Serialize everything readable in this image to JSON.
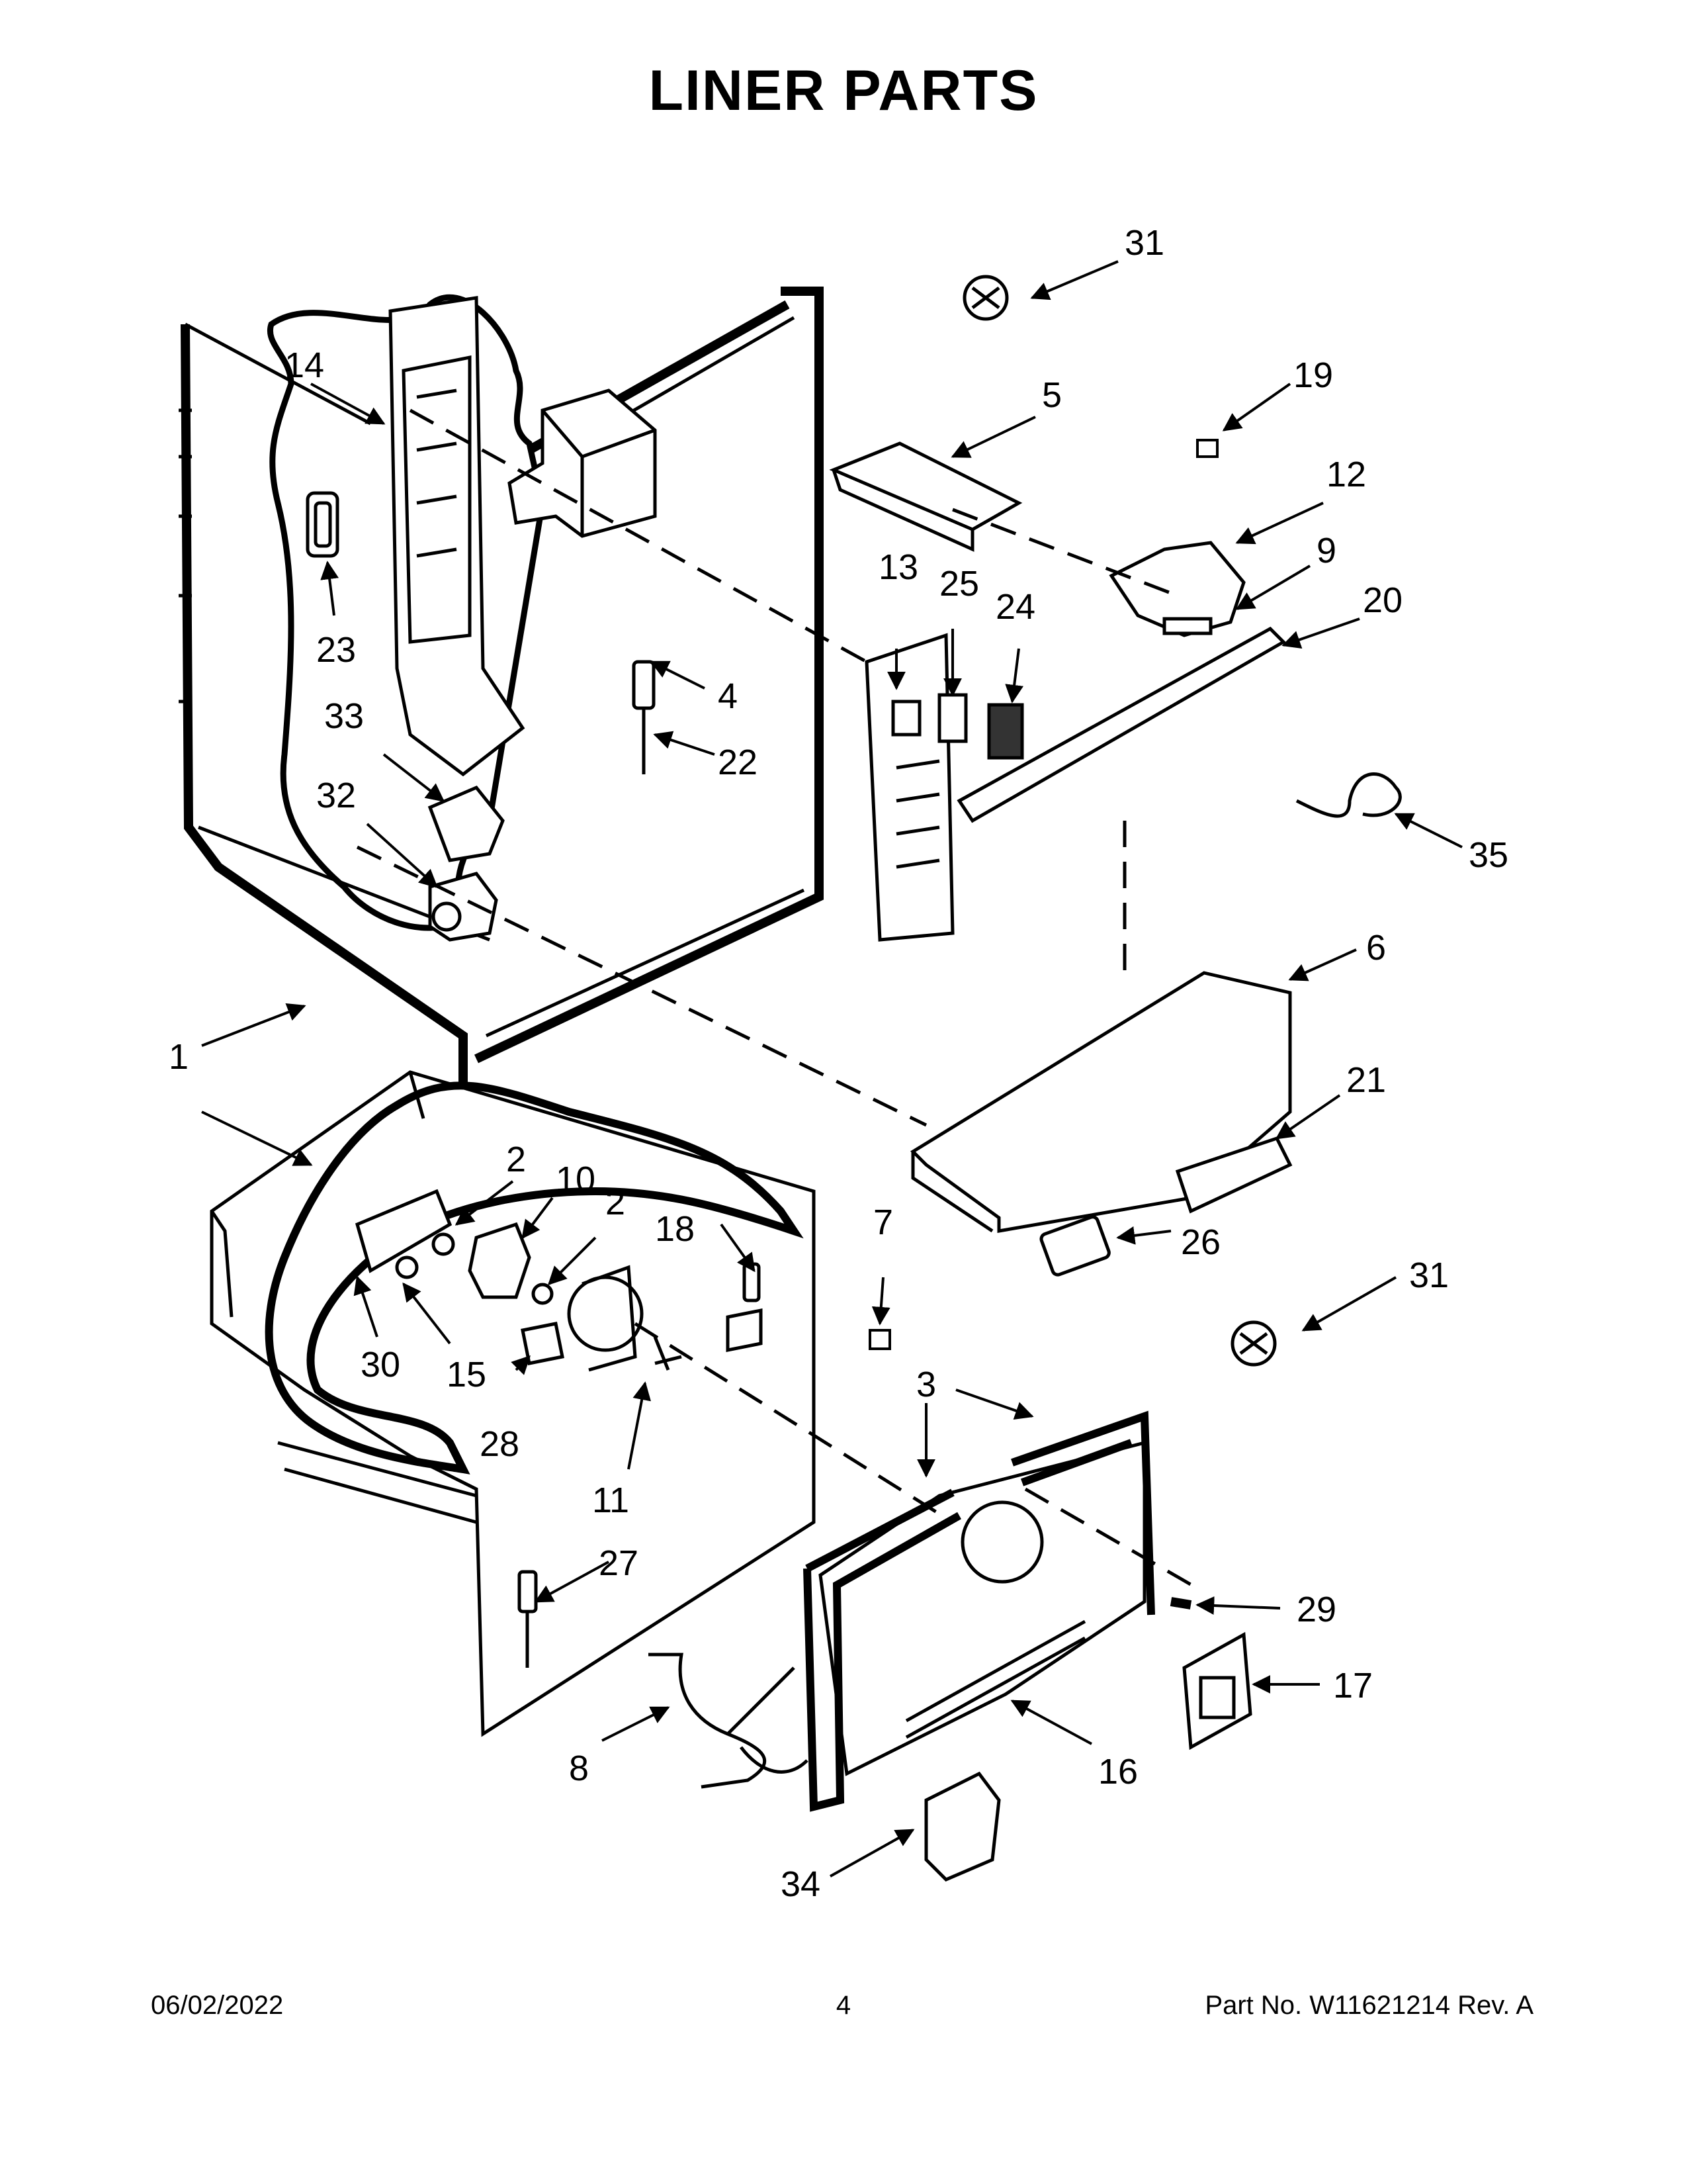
{
  "title": "LINER PARTS",
  "callouts": [
    "31",
    "19",
    "14",
    "5",
    "12",
    "9",
    "20",
    "13",
    "25",
    "24",
    "23",
    "4",
    "33",
    "22",
    "32",
    "35",
    "6",
    "1",
    "21",
    "2",
    "10",
    "18",
    "7",
    "26",
    "31",
    "30",
    "15",
    "28",
    "11",
    "3",
    "27",
    "29",
    "17",
    "8",
    "16",
    "34",
    "2"
  ],
  "footer": {
    "date": "06/02/2022",
    "page": "4",
    "part_no": "Part No.  W11621214  Rev.  A"
  }
}
